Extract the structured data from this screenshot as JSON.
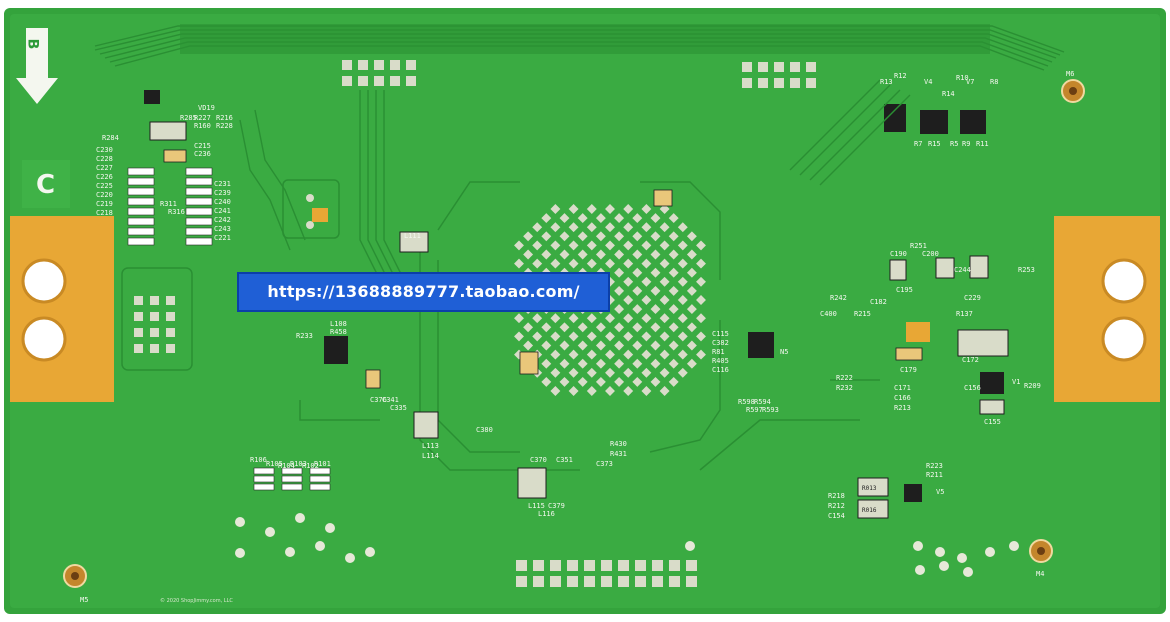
{
  "banner": {
    "url_text": "https://13688889777.taobao.com/"
  },
  "copyright": "© 2020 ShopJimmy.com, LLC",
  "markers": {
    "corner_c": "C",
    "arrow_b": "B"
  },
  "mounting_holes": [
    "M6",
    "M5",
    "M4"
  ],
  "silkscreen_labels": [
    "VD19",
    "R227",
    "R216",
    "R160",
    "R228",
    "R285",
    "R284",
    "C215",
    "C236",
    "C230",
    "C228",
    "C227",
    "C226",
    "C225",
    "C220",
    "C219",
    "C218",
    "R311",
    "R316",
    "C231",
    "C239",
    "C240",
    "C241",
    "C242",
    "C243",
    "C221",
    "R233",
    "L108",
    "R458",
    "L111",
    "L113",
    "L114",
    "C376",
    "C341",
    "C335",
    "C380",
    "C370",
    "C351",
    "C373",
    "L115",
    "L116",
    "C379",
    "R430",
    "R431",
    "C115",
    "C382",
    "R81",
    "R405",
    "C116",
    "N5",
    "R106",
    "R105",
    "R104",
    "R103",
    "R102",
    "R101",
    "R222",
    "R232",
    "R598",
    "R597",
    "R594",
    "R593",
    "R7",
    "R15",
    "R5",
    "R9",
    "R11",
    "V4",
    "V7",
    "R8",
    "R14",
    "R10",
    "R13",
    "R12",
    "C400",
    "R242",
    "R215",
    "C182",
    "C190",
    "C195",
    "R251",
    "C200",
    "C244",
    "C229",
    "R137",
    "R253",
    "C172",
    "C179",
    "C171",
    "C166",
    "R213",
    "C155",
    "C156",
    "R209",
    "V1",
    "R223",
    "R211",
    "R218",
    "R212",
    "C154",
    "V5",
    "R013",
    "R016"
  ],
  "colors": {
    "board": "#34a33c",
    "board_light": "#45b74c",
    "trace": "#2a8f33",
    "pad": "#d9dcc9",
    "gold": "#e8a735",
    "silk": "#f4f7ef",
    "banner": "#1f5fd6"
  }
}
